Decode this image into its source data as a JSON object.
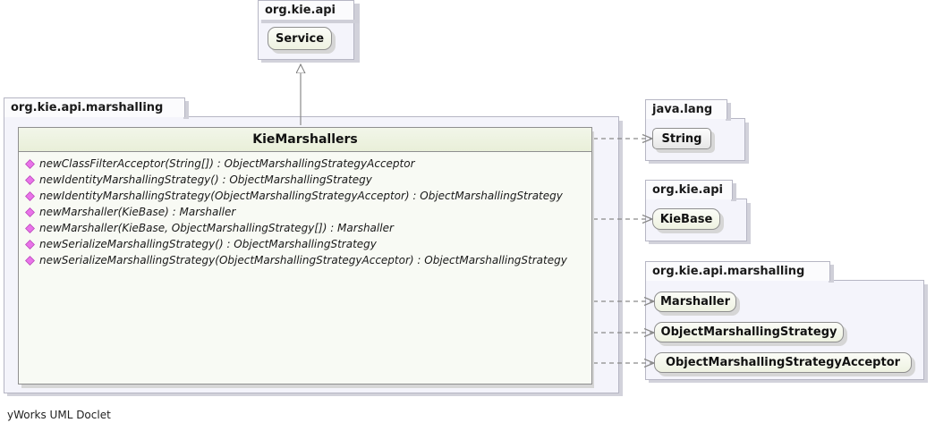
{
  "diagram": {
    "type": "uml-class-diagram",
    "footer": "yWorks UML Doclet",
    "colors": {
      "interface_fill": "#eef2e1",
      "class_fill": "#e6e6e6",
      "package_fill": "#f4f4fb",
      "class_header_fill": "#e9efd9",
      "class_body_fill": "#f8faf4",
      "border": "#8f8f8f",
      "method_icon": "#e060e0",
      "edge": "#808080"
    }
  },
  "packages": {
    "top": {
      "label": "org.kie.api",
      "nodes": [
        {
          "name": "Service",
          "kind": "interface"
        }
      ]
    },
    "left": {
      "label": "org.kie.api.marshalling",
      "main_class": {
        "name": "KieMarshallers",
        "kind": "interface",
        "methods": [
          {
            "icon": "method-icon",
            "signature": "newClassFilterAcceptor(String[]) : ObjectMarshallingStrategyAcceptor"
          },
          {
            "icon": "method-icon",
            "signature": "newIdentityMarshallingStrategy() : ObjectMarshallingStrategy"
          },
          {
            "icon": "method-icon",
            "signature": "newIdentityMarshallingStrategy(ObjectMarshallingStrategyAcceptor) : ObjectMarshallingStrategy"
          },
          {
            "icon": "method-icon",
            "signature": "newMarshaller(KieBase) : Marshaller"
          },
          {
            "icon": "method-icon",
            "signature": "newMarshaller(KieBase, ObjectMarshallingStrategy[]) : Marshaller"
          },
          {
            "icon": "method-icon",
            "signature": "newSerializeMarshallingStrategy() : ObjectMarshallingStrategy"
          },
          {
            "icon": "method-icon",
            "signature": "newSerializeMarshallingStrategy(ObjectMarshallingStrategyAcceptor) : ObjectMarshallingStrategy"
          }
        ]
      }
    },
    "java_lang": {
      "label": "java.lang",
      "nodes": [
        {
          "name": "String",
          "kind": "class"
        }
      ]
    },
    "kie_api": {
      "label": "org.kie.api",
      "nodes": [
        {
          "name": "KieBase",
          "kind": "interface"
        }
      ]
    },
    "kie_api_marshalling": {
      "label": "org.kie.api.marshalling",
      "nodes": [
        {
          "name": "Marshaller",
          "kind": "interface"
        },
        {
          "name": "ObjectMarshallingStrategy",
          "kind": "interface"
        },
        {
          "name": "ObjectMarshallingStrategyAcceptor",
          "kind": "interface"
        }
      ]
    }
  },
  "edges": [
    {
      "from": "KieMarshallers",
      "to": "Service",
      "kind": "generalization"
    },
    {
      "from": "KieMarshallers",
      "to": "String",
      "kind": "dependency"
    },
    {
      "from": "KieMarshallers",
      "to": "KieBase",
      "kind": "dependency"
    },
    {
      "from": "KieMarshallers",
      "to": "Marshaller",
      "kind": "dependency"
    },
    {
      "from": "KieMarshallers",
      "to": "ObjectMarshallingStrategy",
      "kind": "dependency"
    },
    {
      "from": "KieMarshallers",
      "to": "ObjectMarshallingStrategyAcceptor",
      "kind": "dependency"
    }
  ]
}
